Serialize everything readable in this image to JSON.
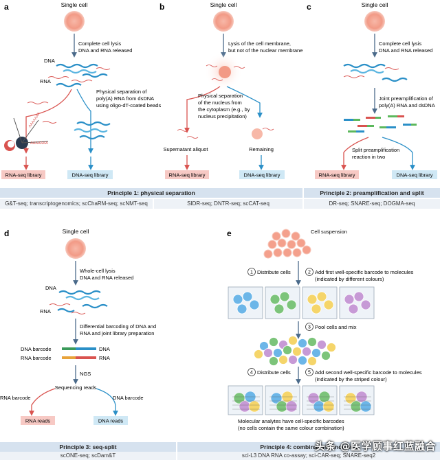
{
  "panel_letters": {
    "a": "a",
    "b": "b",
    "c": "c",
    "d": "d",
    "e": "e"
  },
  "panel_a": {
    "single_cell": "Single cell",
    "step1": [
      "Complete cell lysis",
      "DNA and RNA released"
    ],
    "dna": "DNA",
    "rna": "RNA",
    "sep": [
      "Physical separation of",
      "poly(A) RNA from dsDNA",
      "using oligo-dT-coated beads"
    ],
    "aaaa1": "AAAAAAA",
    "aaaa2": "AAAAAAA",
    "rna_lib": "RNA-seq library",
    "dna_lib": "DNA-seq library"
  },
  "panel_b": {
    "single_cell": "Single cell",
    "step1": [
      "Lysis of the cell membrane,",
      "but not of the nuclear membrane"
    ],
    "sep": [
      "Physical separation",
      "of the  nucleus from",
      "the cytoplasm (e.g., by",
      "nucleus precipitation)"
    ],
    "supernatant": "Supernatant aliquot",
    "remaining": "Remaining",
    "rna_lib": "RNA-seq library",
    "dna_lib": "DNA-seq library"
  },
  "panel_c": {
    "single_cell": "Single cell",
    "step1": [
      "Complete cell lysis",
      "DNA and RNA released"
    ],
    "joint": [
      "Joint preamplification of",
      "poly(A) RNA and dsDNA"
    ],
    "split": [
      "Split preamplification",
      "reaction in two"
    ],
    "rna_lib": "RNA-seq library",
    "dna_lib": "DNA-seq library"
  },
  "principle1": {
    "title": "Principle 1: physical separation",
    "methods_a": "G&T-seq; transcriptogenomics; scChaRM-seq; scNMT-seq",
    "methods_b": "SIDR-seq; DNTR-seq; scCAT-seq"
  },
  "principle2": {
    "title": "Principle 2: preamplification and split",
    "methods": "DR-seq; SNARE-seq; DOGMA-seq"
  },
  "panel_d": {
    "single_cell": "Single cell",
    "step1": [
      "Whole-cell lysis",
      "DNA and RNA released"
    ],
    "dna": "DNA",
    "rna": "RNA",
    "barcoding": [
      "Differential barcoding of DNA and",
      "RNA and joint library preparation"
    ],
    "dna_barcode": "DNA barcode",
    "rna_barcode": "RNA barcode",
    "dna_right": "DNA",
    "rna_right": "RNA",
    "ngs": "NGS",
    "seq_reads": "Sequencing reads",
    "rna_barcode2": "RNA barcode",
    "dna_barcode2": "DNA barcode",
    "rna_reads": "RNA reads",
    "dna_reads": "DNA reads"
  },
  "panel_e": {
    "cell_suspension": "Cell suspension",
    "n1": "1",
    "s1": "Distribute cells",
    "n2": "2",
    "s2": [
      "Add first well-specific barcode to molecules",
      "(indicated by different colours)"
    ],
    "n3": "3",
    "s3": "Pool cells and mix",
    "n4": "4",
    "s4": "Distribute cells",
    "n5": "5",
    "s5": [
      "Add second well-specific barcode to molecules",
      "(indicated by the striped colour)"
    ],
    "final": [
      "Molecular analytes have cell-specific barcodes",
      "(no cells contain the same colour combination)"
    ]
  },
  "principle3": {
    "title": "Principle 3: seq-split",
    "methods": "scONE-seq; scDam&T"
  },
  "principle4": {
    "title": "Principle 4: combinatorial indexing",
    "methods": "sci-L3 DNA RNA co-assay; sci-CAR-seq; SNARE-seq2"
  },
  "watermark": "头条 @医学顾事红蓝融合",
  "colors": {
    "rna": "#d9534f",
    "dna": "#2a8fc7",
    "arrow": "#4a6a8a",
    "cell": "#f4a08c",
    "rna_box": "#f7c9c4",
    "dna_box": "#cfe8f5",
    "banner": "#d6e2ef"
  }
}
